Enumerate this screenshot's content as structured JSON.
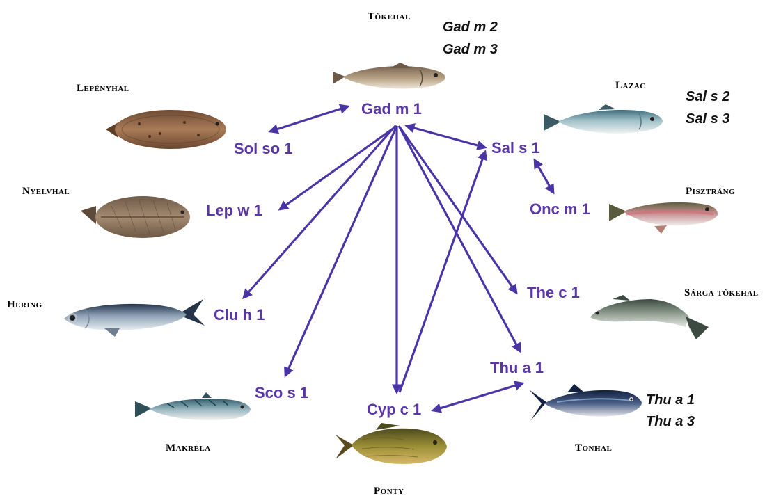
{
  "colors": {
    "allergen": "#5b36a8",
    "arrow": "#4b35a6",
    "fish_label": "#000000"
  },
  "fish": {
    "tokehal": "Tőkehal",
    "lepenyhal": "Lepényhal",
    "lazac": "Lazac",
    "nyelvhal": "Nyelvhal",
    "pisztrang": "Pisztráng",
    "hering": "Hering",
    "sarga_tokehal": "Sárga tőkehal",
    "makrela": "Makréla",
    "tonhal": "Tonhal",
    "ponty": "Ponty"
  },
  "allergens": {
    "gad_m_1": "Gad m 1",
    "sol_so_1": "Sol so 1",
    "sal_s_1": "Sal s 1",
    "lep_w_1": "Lep w 1",
    "onc_m_1": "Onc m 1",
    "clu_h_1": "Clu h 1",
    "the_c_1": "The c 1",
    "thu_a_1": "Thu a 1",
    "sco_s_1": "Sco s 1",
    "cyp_c_1": "Cyp c 1"
  },
  "extra_allergens": {
    "tokehal": [
      "Gad m 2",
      "Gad m 3"
    ],
    "lazac": [
      "Sal s 2",
      "Sal s 3"
    ],
    "tonhal": [
      "Thu a 1",
      "Thu a 3"
    ]
  },
  "cross_reactivity": [
    [
      "Gad m 1",
      "Sol so 1"
    ],
    [
      "Gad m 1",
      "Sal s 1"
    ],
    [
      "Gad m 1",
      "Lep w 1"
    ],
    [
      "Gad m 1",
      "Clu h 1"
    ],
    [
      "Gad m 1",
      "Sco s 1"
    ],
    [
      "Gad m 1",
      "Cyp c 1"
    ],
    [
      "Gad m 1",
      "The c 1"
    ],
    [
      "Gad m 1",
      "Thu a 1"
    ],
    [
      "Sal s 1",
      "Onc m 1"
    ],
    [
      "Cyp c 1",
      "Sal s 1"
    ],
    [
      "Cyp c 1",
      "Thu a 1"
    ]
  ]
}
